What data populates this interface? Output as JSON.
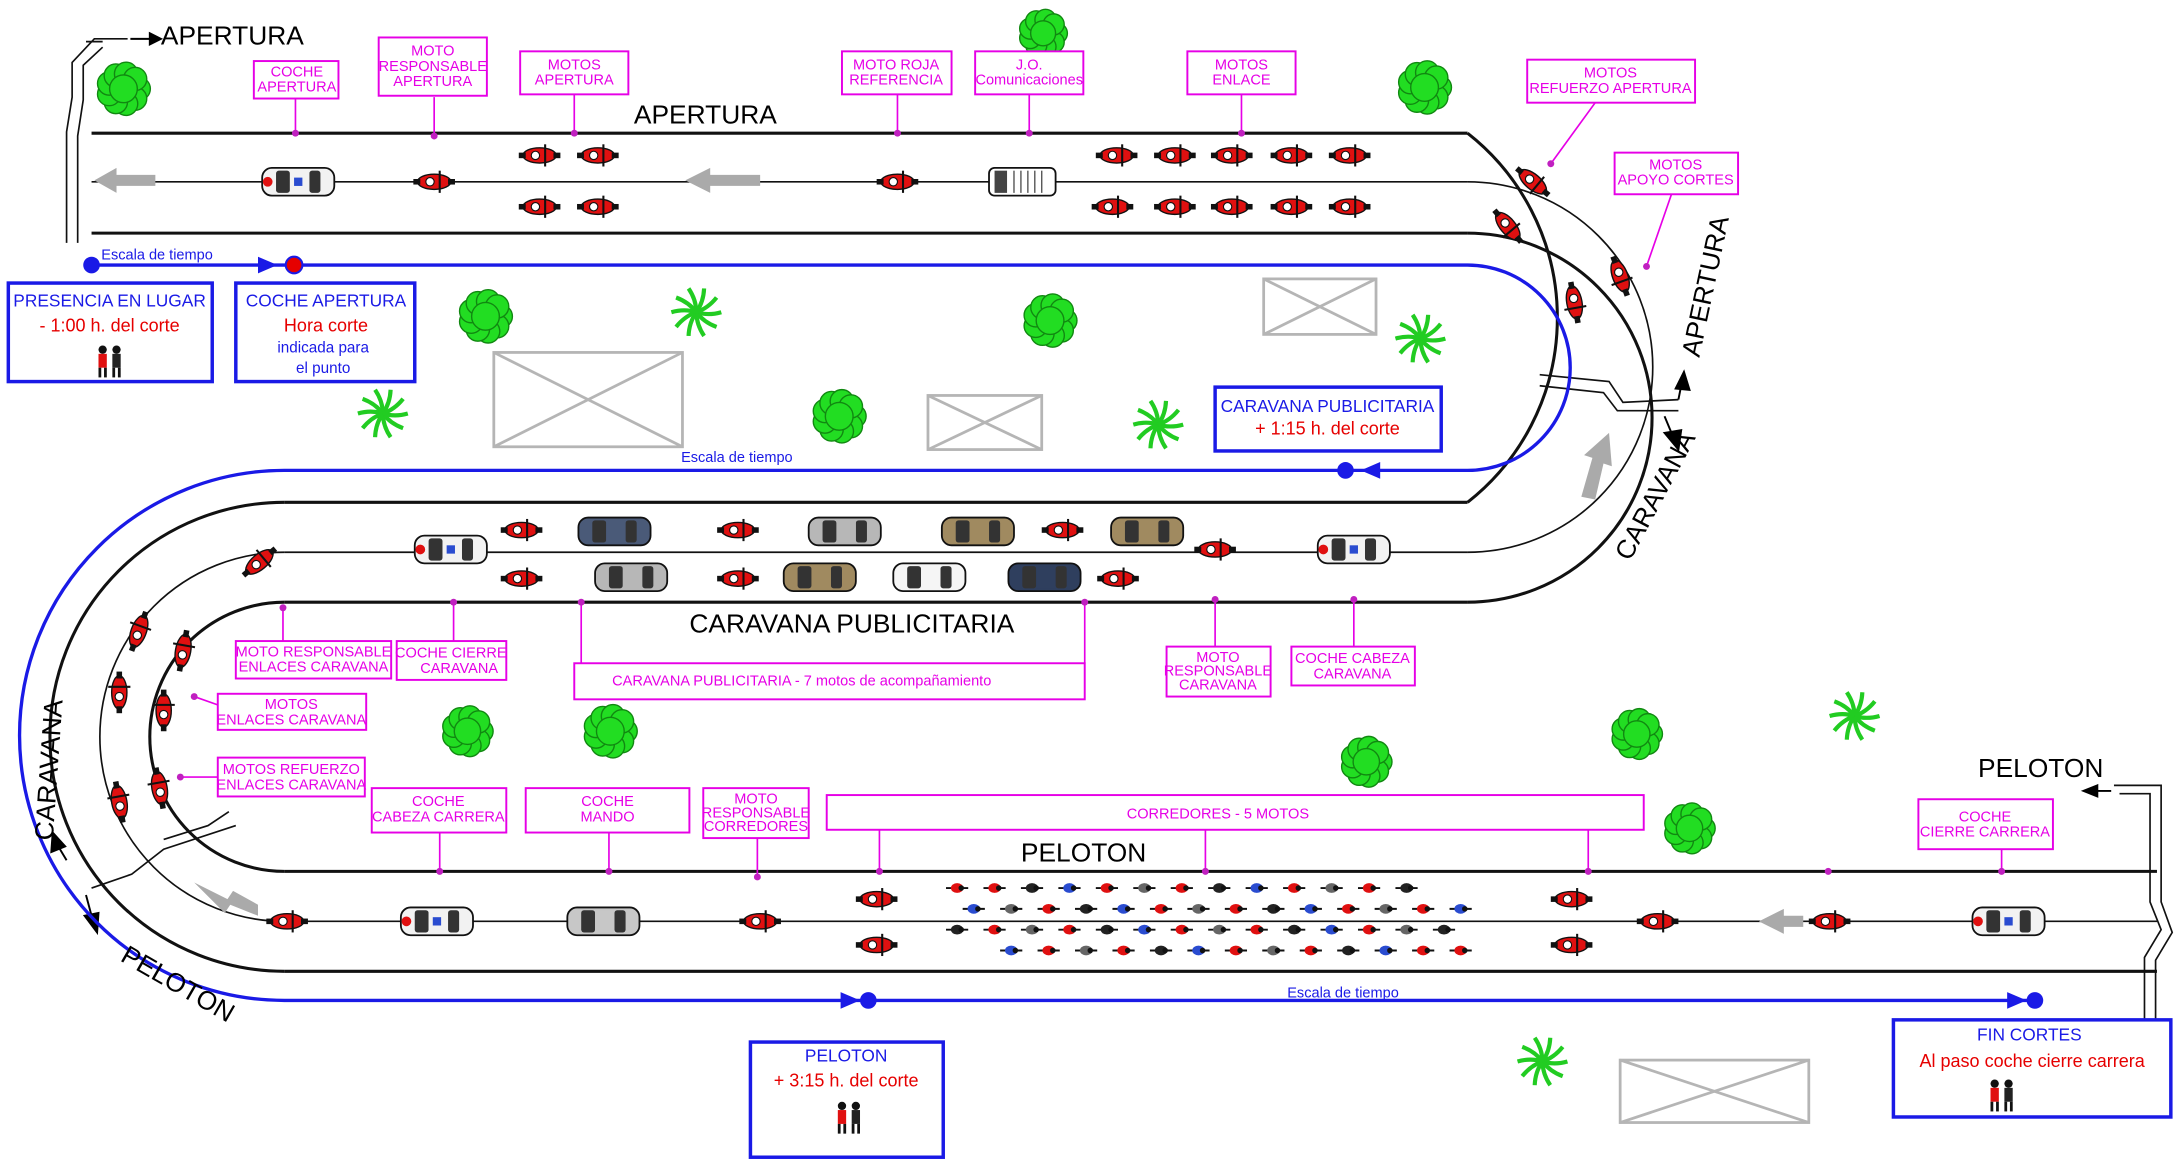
{
  "sections": {
    "apertura_top": "APERTURA",
    "apertura_road": "APERTURA",
    "apertura_curve": "APERTURA",
    "caravana_curve": "CARAVANA",
    "caravana_road": "CARAVANA PUBLICITARIA",
    "caravana_left": "CARAVANA",
    "peloton_left": "PELOTON",
    "peloton_road": "PELOTON",
    "peloton_right": "PELOTON"
  },
  "labels": {
    "coche_apertura": [
      "COCHE",
      "APERTURA"
    ],
    "moto_responsable_apertura": [
      "MOTO",
      "RESPONSABLE",
      "APERTURA"
    ],
    "motos_apertura": [
      "MOTOS",
      "APERTURA"
    ],
    "moto_roja": [
      "MOTO ROJA",
      "REFERENCIA"
    ],
    "jo_comunicaciones": [
      "J.O.",
      "Comunicaciones"
    ],
    "motos_enlace": [
      "MOTOS",
      "ENLACE"
    ],
    "motos_refuerzo_apertura": [
      "MOTOS",
      "REFUERZO APERTURA"
    ],
    "motos_apoyo_cortes": [
      "MOTOS",
      "APOYO CORTES"
    ],
    "moto_responsable_enlaces": [
      "MOTO RESPONSABLE",
      "ENLACES CARAVANA"
    ],
    "coche_cierre_caravana": [
      "COCHE CIERRE",
      "CARAVANA"
    ],
    "caravana_publicitaria_motos": "CARAVANA  PUBLICITARIA  -  7 motos de acompañamiento",
    "moto_responsable_caravana": [
      "MOTO",
      "RESPONSABLE",
      "CARAVANA"
    ],
    "coche_cabeza_caravana": [
      "COCHE CABEZA",
      "CARAVANA"
    ],
    "motos_enlaces_caravana": [
      "MOTOS",
      "ENLACES CARAVANA"
    ],
    "motos_refuerzo_enlaces": [
      "MOTOS REFUERZO",
      "ENLACES CARAVANA"
    ],
    "coche_cabeza_carrera": [
      "COCHE",
      "CABEZA CARRERA"
    ],
    "coche_mando": [
      "COCHE",
      "MANDO"
    ],
    "moto_responsable_corredores": [
      "MOTO",
      "RESPONSABLE",
      "CORREDORES"
    ],
    "corredores": "CORREDORES   -   5 MOTOS",
    "coche_cierre_carrera": [
      "COCHE",
      "CIERRE CARRERA"
    ]
  },
  "time_scale": "Escala de tiempo",
  "boxes": {
    "presencia": {
      "title": "PRESENCIA EN LUGAR",
      "value": "- 1:00 h. del corte"
    },
    "coche_apertura": {
      "title": "COCHE APERTURA",
      "value": "Hora corte",
      "line1": "indicada para",
      "line2": "el punto"
    },
    "caravana": {
      "title": "CARAVANA PUBLICITARIA",
      "value": "+ 1:15 h. del corte"
    },
    "peloton": {
      "title": "PELOTON",
      "value": "+ 3:15 h. del corte"
    },
    "fin_cortes": {
      "title": "FIN CORTES",
      "value": "Al paso coche cierre carrera"
    }
  },
  "colors": {
    "label": "#e600e6",
    "time_scale": "#1a1ae6",
    "highlight": "#e60000",
    "tree": "#22dd22",
    "road": "#111111"
  }
}
